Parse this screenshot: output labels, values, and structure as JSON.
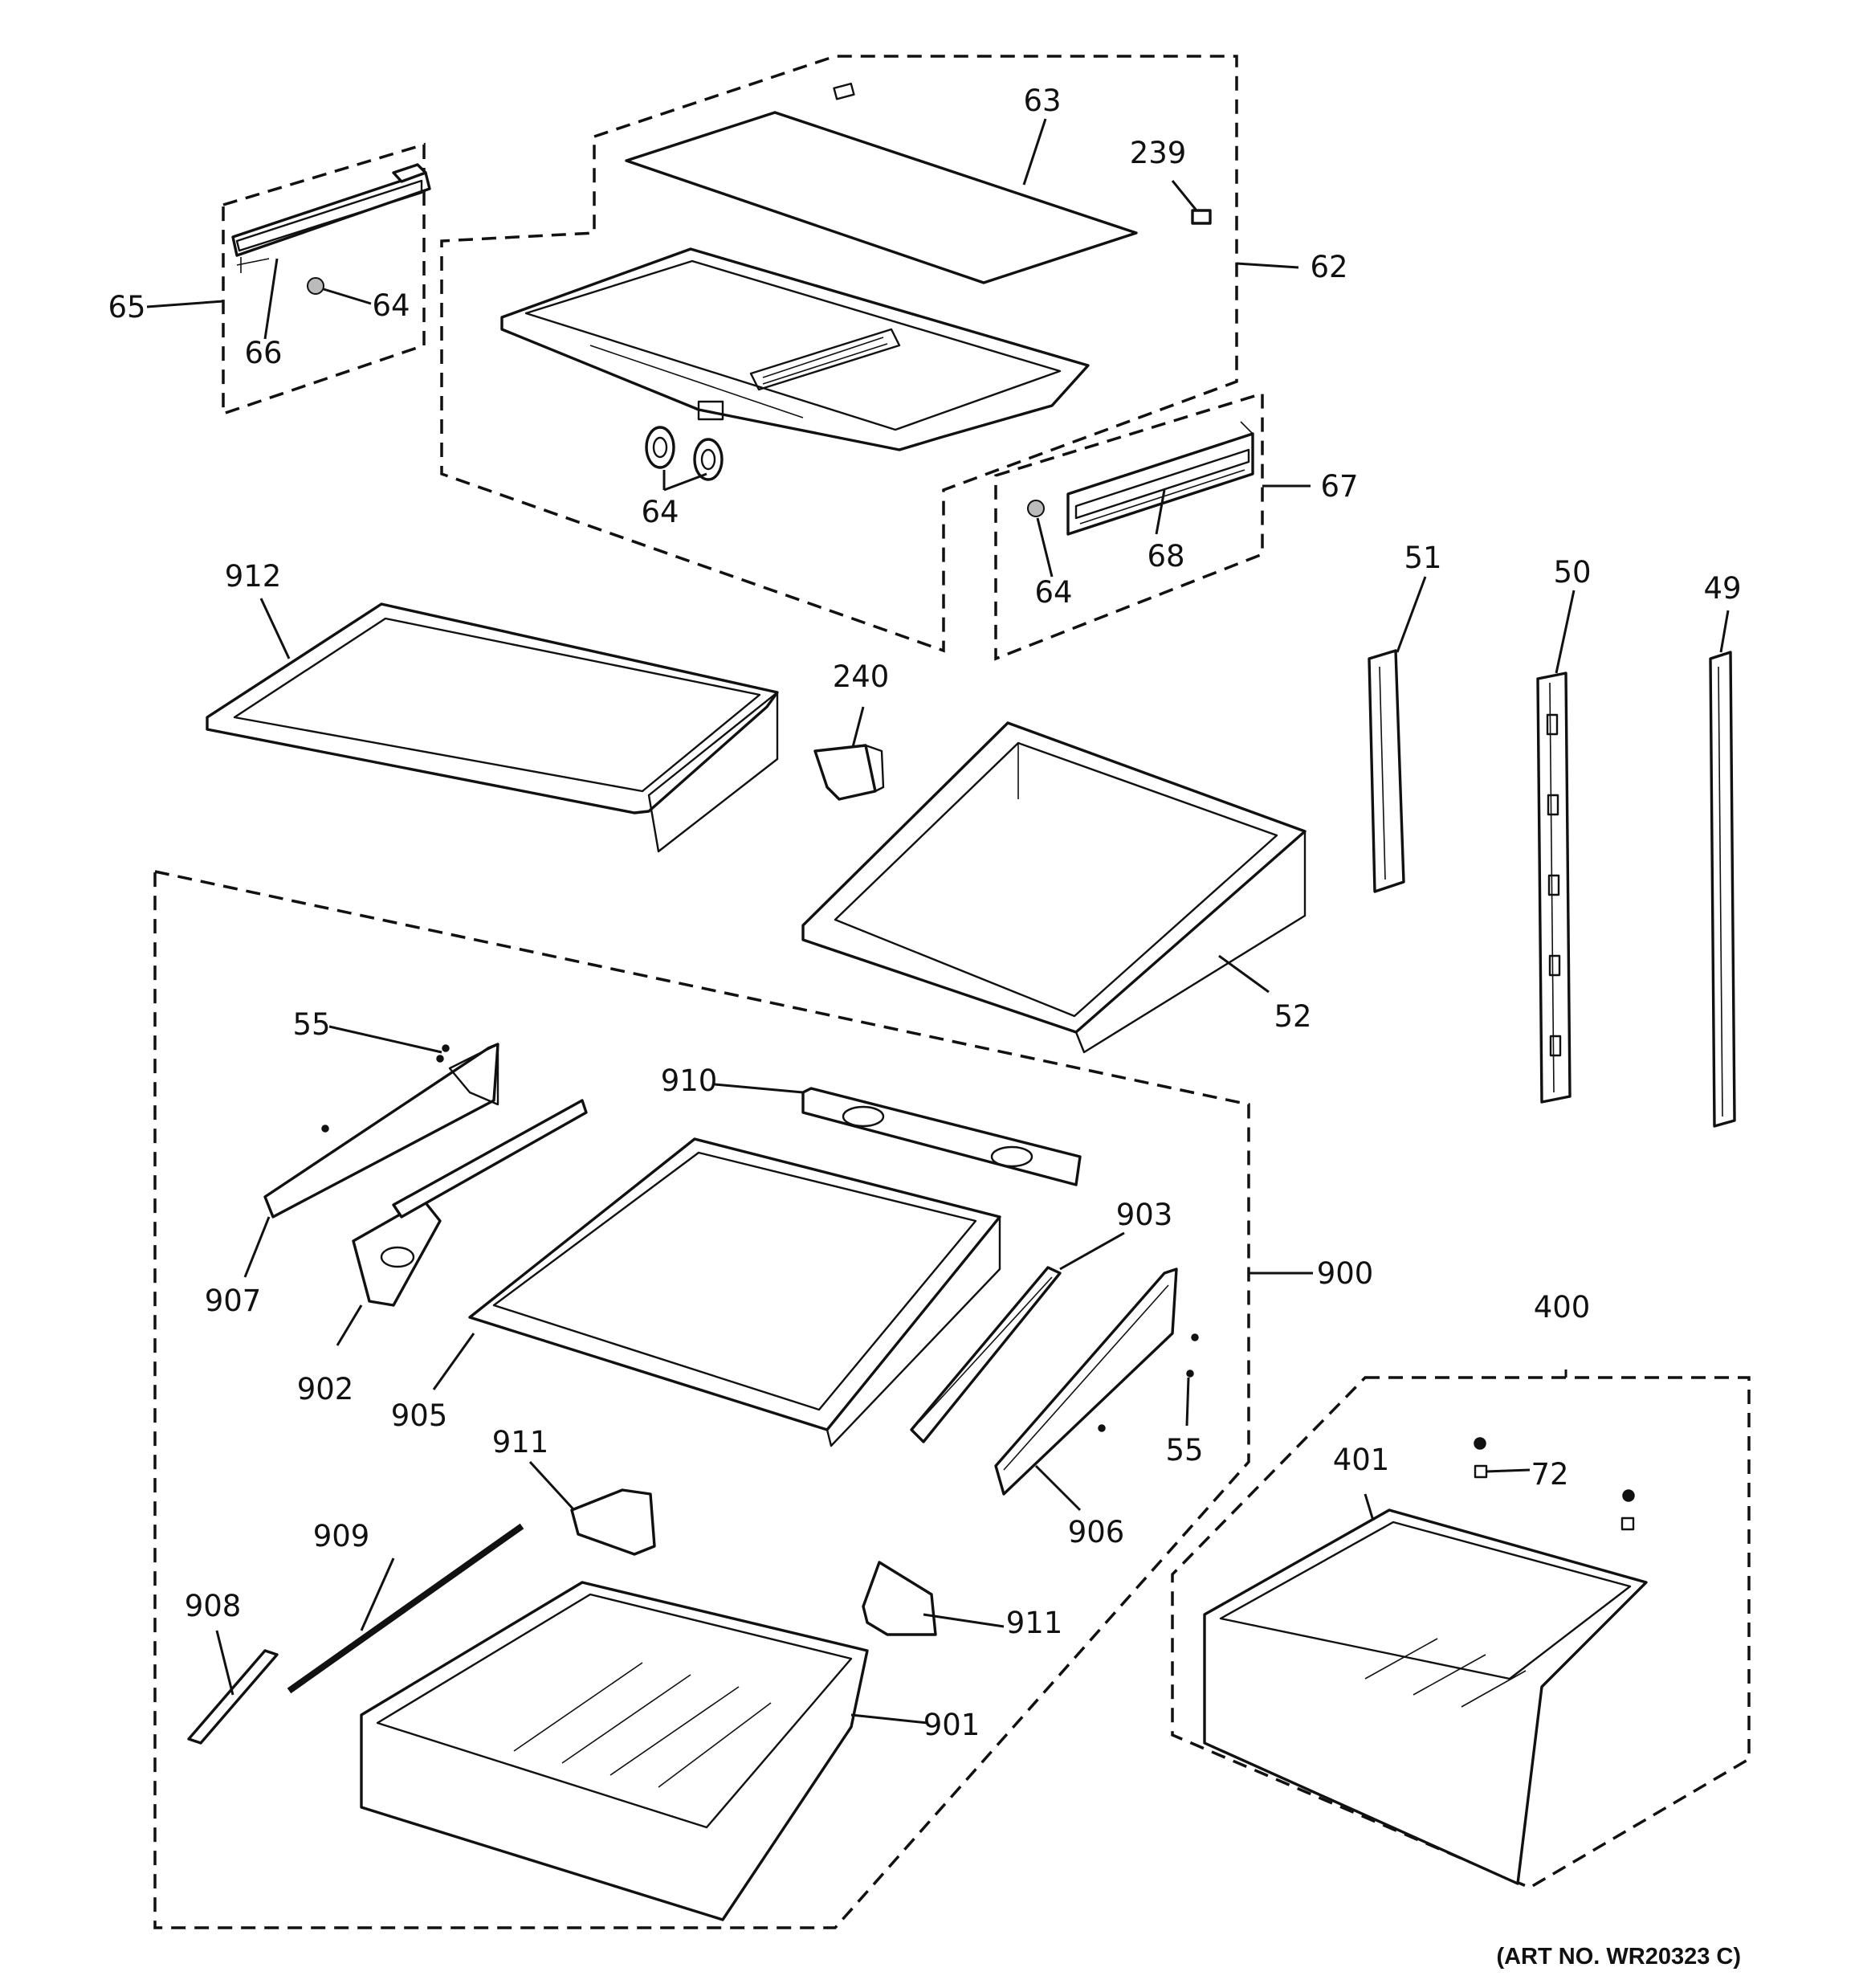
{
  "diagram": {
    "art_number": "(ART NO. WR20323 C)",
    "callouts": [
      {
        "id": "c63",
        "text": "63"
      },
      {
        "id": "c239",
        "text": "239"
      },
      {
        "id": "c62",
        "text": "62"
      },
      {
        "id": "c65",
        "text": "65"
      },
      {
        "id": "c66",
        "text": "66"
      },
      {
        "id": "c64a",
        "text": "64"
      },
      {
        "id": "c64b",
        "text": "64"
      },
      {
        "id": "c67",
        "text": "67"
      },
      {
        "id": "c68",
        "text": "68"
      },
      {
        "id": "c64c",
        "text": "64"
      },
      {
        "id": "c912",
        "text": "912"
      },
      {
        "id": "c240",
        "text": "240"
      },
      {
        "id": "c51",
        "text": "51"
      },
      {
        "id": "c50",
        "text": "50"
      },
      {
        "id": "c49",
        "text": "49"
      },
      {
        "id": "c52",
        "text": "52"
      },
      {
        "id": "c55a",
        "text": "55"
      },
      {
        "id": "c910",
        "text": "910"
      },
      {
        "id": "c907",
        "text": "907"
      },
      {
        "id": "c902",
        "text": "902"
      },
      {
        "id": "c905",
        "text": "905"
      },
      {
        "id": "c903",
        "text": "903"
      },
      {
        "id": "c900",
        "text": "900"
      },
      {
        "id": "c55b",
        "text": "55"
      },
      {
        "id": "c906",
        "text": "906"
      },
      {
        "id": "c911a",
        "text": "911"
      },
      {
        "id": "c909",
        "text": "909"
      },
      {
        "id": "c908",
        "text": "908"
      },
      {
        "id": "c911b",
        "text": "911"
      },
      {
        "id": "c901",
        "text": "901"
      },
      {
        "id": "c400",
        "text": "400"
      },
      {
        "id": "c401",
        "text": "401"
      },
      {
        "id": "c72",
        "text": "72"
      }
    ]
  }
}
